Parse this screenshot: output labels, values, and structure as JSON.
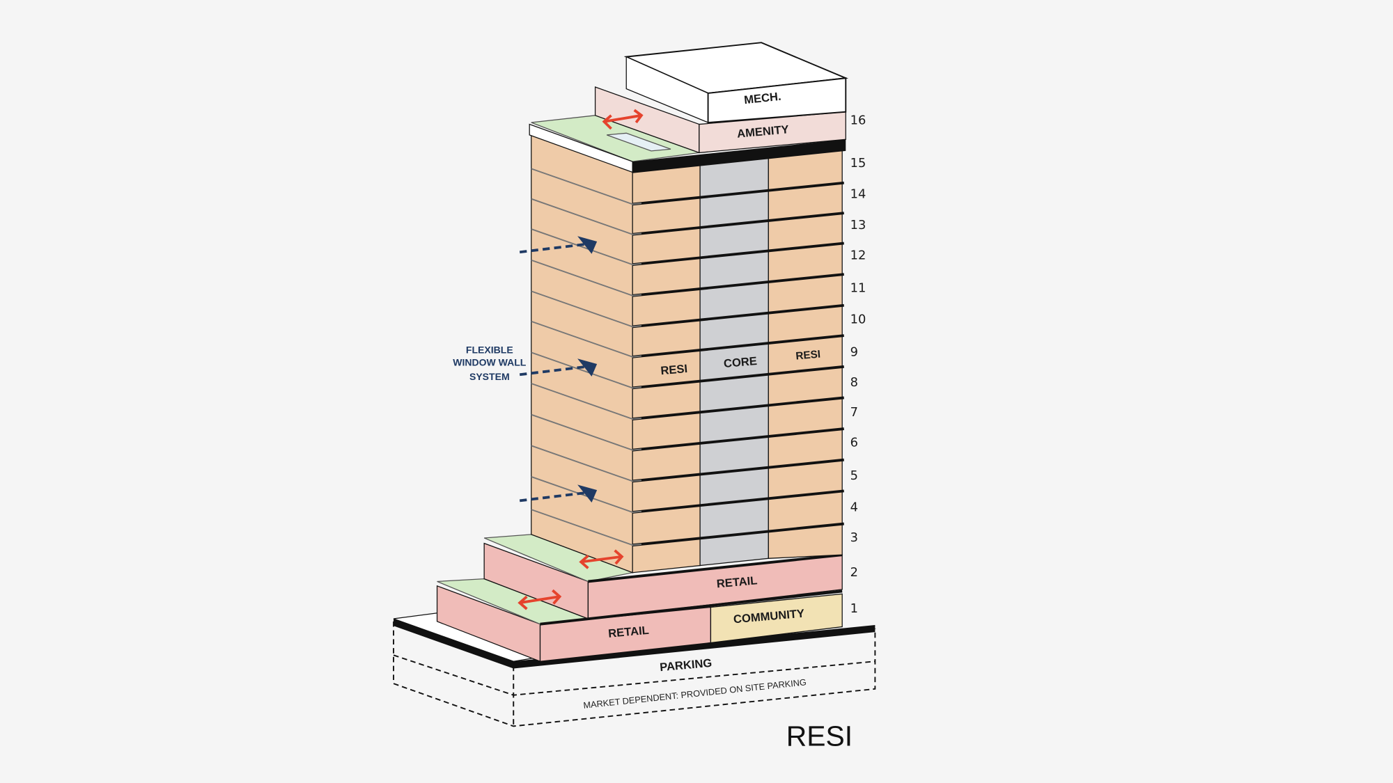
{
  "title": "RESI",
  "colors": {
    "residential": "#efcba8",
    "core": "#cfd0d3",
    "retail": "#f0bcb8",
    "community": "#f2e2b4",
    "amenity": "#f2dcd8",
    "terrace": "#d3ebc6",
    "arrow_red": "#e5432d",
    "arrow_blue": "#1f3a64"
  },
  "labels": {
    "mech": "MECH.",
    "amenity": "AMENITY",
    "resi_left": "RESI",
    "core": "CORE",
    "resi_right": "RESI",
    "retail_upper": "RETAIL",
    "retail_lower": "RETAIL",
    "community": "COMMUNITY",
    "parking": "PARKING",
    "parking_note": "MARKET DEPENDENT: PROVIDED ON SITE PARKING",
    "window_note": [
      "FLEXIBLE",
      "WINDOW WALL",
      "SYSTEM"
    ]
  },
  "floors": [
    "16",
    "15",
    "14",
    "13",
    "12",
    "11",
    "10",
    "9",
    "8",
    "7",
    "6",
    "5",
    "4",
    "3",
    "2",
    "1"
  ]
}
